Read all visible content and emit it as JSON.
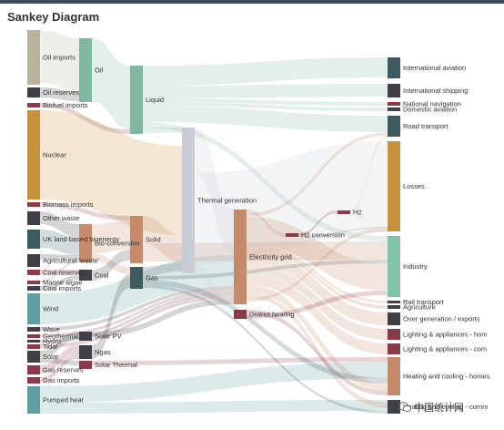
{
  "title": "Sankey Diagram",
  "watermark": "中国统计网",
  "nodes": [
    {
      "id": "oil_imports",
      "label": "Oil imports",
      "color": "#b9b29b"
    },
    {
      "id": "oil_reserves",
      "label": "Oil reserves",
      "color": "#3f3f45"
    },
    {
      "id": "biofuel_imports",
      "label": "Biofuel imports",
      "color": "#8b3a4a"
    },
    {
      "id": "nuclear",
      "label": "Nuclear",
      "color": "#c7913b"
    },
    {
      "id": "biomass_imports",
      "label": "Biomass imports",
      "color": "#8b3a4a"
    },
    {
      "id": "other_waste",
      "label": "Other waste",
      "color": "#3f3f45"
    },
    {
      "id": "uk_land_based_bioenergy",
      "label": "UK land based bioenergy",
      "color": "#3d5a5e"
    },
    {
      "id": "agricultural_waste",
      "label": "Agricultural 'waste'",
      "color": "#3f3f45"
    },
    {
      "id": "coal_reserves",
      "label": "Coal reserves",
      "color": "#8b3a4a"
    },
    {
      "id": "marine_algae",
      "label": "Marine algae",
      "color": "#8b3a4a"
    },
    {
      "id": "coal_imports",
      "label": "Coal imports",
      "color": "#3f3f45"
    },
    {
      "id": "wind",
      "label": "Wind",
      "color": "#5f9ea0"
    },
    {
      "id": "wave",
      "label": "Wave",
      "color": "#3f3f45"
    },
    {
      "id": "geothermal",
      "label": "Geothermal",
      "color": "#8b3a4a"
    },
    {
      "id": "hydro",
      "label": "Hydro",
      "color": "#3f3f45"
    },
    {
      "id": "tidal",
      "label": "Tidal",
      "color": "#8b3a4a"
    },
    {
      "id": "solar",
      "label": "Solar",
      "color": "#3f3f45"
    },
    {
      "id": "gas_reserves",
      "label": "Gas reserves",
      "color": "#8b3a4a"
    },
    {
      "id": "gas_imports",
      "label": "Gas imports",
      "color": "#8b3a4a"
    },
    {
      "id": "pumped_heat",
      "label": "Pumped heat",
      "color": "#5f9ea0"
    },
    {
      "id": "oil",
      "label": "Oil",
      "color": "#7fb89e"
    },
    {
      "id": "bio_conversion",
      "label": "Bio-conversion",
      "color": "#c48a6a"
    },
    {
      "id": "coal",
      "label": "Coal",
      "color": "#3f3f45"
    },
    {
      "id": "solar_pv",
      "label": "Solar PV",
      "color": "#3f3f45"
    },
    {
      "id": "ngas",
      "label": "Ngas",
      "color": "#3f3f45"
    },
    {
      "id": "solar_thermal",
      "label": "Solar Thermal",
      "color": "#8b3a4a"
    },
    {
      "id": "liquid",
      "label": "Liquid",
      "color": "#7fb89e"
    },
    {
      "id": "solid",
      "label": "Solid",
      "color": "#c48a6a"
    },
    {
      "id": "gas",
      "label": "Gas",
      "color": "#3d5a5e"
    },
    {
      "id": "thermal_generation",
      "label": "Thermal generation",
      "color": "#c9cdd6"
    },
    {
      "id": "electricity_grid",
      "label": "Electricity grid",
      "color": "#c48a6a"
    },
    {
      "id": "district_heating",
      "label": "District heating",
      "color": "#8b3a4a"
    },
    {
      "id": "h2_conversion",
      "label": "H2 conversion",
      "color": "#8b3a4a"
    },
    {
      "id": "h2",
      "label": "H2",
      "color": "#8b3a4a"
    },
    {
      "id": "international_aviation",
      "label": "International aviation",
      "color": "#3d5a5e"
    },
    {
      "id": "international_shipping",
      "label": "International shipping",
      "color": "#3f3f45"
    },
    {
      "id": "national_navigation",
      "label": "National navigation",
      "color": "#8b3a4a"
    },
    {
      "id": "domestic_aviation",
      "label": "Domestic aviation",
      "color": "#3f3f45"
    },
    {
      "id": "road_transport",
      "label": "Road transport",
      "color": "#3d5a5e"
    },
    {
      "id": "losses",
      "label": "Losses",
      "color": "#c7913b"
    },
    {
      "id": "industry",
      "label": "Industry",
      "color": "#7fc4a8"
    },
    {
      "id": "rail_transport",
      "label": "Rail transport",
      "color": "#3f3f45"
    },
    {
      "id": "agriculture",
      "label": "Agriculture",
      "color": "#3f3f45"
    },
    {
      "id": "over_generation_exports",
      "label": "Over generation / exports",
      "color": "#3f3f45"
    },
    {
      "id": "lighting_appliances_homes",
      "label": "Lighting & appliances - hom",
      "color": "#8b3a4a"
    },
    {
      "id": "lighting_appliances_commercial",
      "label": "Lighting & appliances - com",
      "color": "#8b3a4a"
    },
    {
      "id": "heating_cooling_homes",
      "label": "Heating and cooling - homes",
      "color": "#c48a6a"
    },
    {
      "id": "heating_cooling_commercial",
      "label": "Heating and cooling - comm",
      "color": "#3f3f45"
    }
  ],
  "links": [
    {
      "source": "oil_imports",
      "target": "oil",
      "color": "#b9b29b"
    },
    {
      "source": "oil_reserves",
      "target": "oil",
      "color": "#3f3f45"
    },
    {
      "source": "biofuel_imports",
      "target": "liquid",
      "color": "#8b3a4a"
    },
    {
      "source": "oil",
      "target": "liquid",
      "color": "#7fb89e"
    },
    {
      "source": "nuclear",
      "target": "thermal_generation",
      "color": "#c7913b"
    },
    {
      "source": "biomass_imports",
      "target": "solid",
      "color": "#8b3a4a"
    },
    {
      "source": "other_waste",
      "target": "bio_conversion",
      "color": "#3f3f45"
    },
    {
      "source": "uk_land_based_bioenergy",
      "target": "bio_conversion",
      "color": "#3d5a5e"
    },
    {
      "source": "agricultural_waste",
      "target": "bio_conversion",
      "color": "#3f3f45"
    },
    {
      "source": "coal_reserves",
      "target": "coal",
      "color": "#8b3a4a"
    },
    {
      "source": "coal_imports",
      "target": "coal",
      "color": "#3f3f45"
    },
    {
      "source": "marine_algae",
      "target": "bio_conversion",
      "color": "#8b3a4a"
    },
    {
      "source": "bio_conversion",
      "target": "solid",
      "color": "#c48a6a"
    },
    {
      "source": "bio_conversion",
      "target": "gas",
      "color": "#c48a6a"
    },
    {
      "source": "coal",
      "target": "solid",
      "color": "#3f3f45"
    },
    {
      "source": "wind",
      "target": "electricity_grid",
      "color": "#5f9ea0"
    },
    {
      "source": "wave",
      "target": "electricity_grid",
      "color": "#3f3f45"
    },
    {
      "source": "geothermal",
      "target": "electricity_grid",
      "color": "#8b3a4a"
    },
    {
      "source": "hydro",
      "target": "electricity_grid",
      "color": "#3f3f45"
    },
    {
      "source": "tidal",
      "target": "electricity_grid",
      "color": "#8b3a4a"
    },
    {
      "source": "solar",
      "target": "solar_pv",
      "color": "#3f3f45"
    },
    {
      "source": "solar",
      "target": "solar_thermal",
      "color": "#3f3f45"
    },
    {
      "source": "gas_reserves",
      "target": "ngas",
      "color": "#8b3a4a"
    },
    {
      "source": "gas_imports",
      "target": "ngas",
      "color": "#8b3a4a"
    },
    {
      "source": "ngas",
      "target": "gas",
      "color": "#3f3f45"
    },
    {
      "source": "solar_pv",
      "target": "electricity_grid",
      "color": "#3f3f45"
    },
    {
      "source": "solar_thermal",
      "target": "heating_cooling_homes",
      "color": "#8b3a4a"
    },
    {
      "source": "pumped_heat",
      "target": "heating_cooling_homes",
      "color": "#5f9ea0"
    },
    {
      "source": "pumped_heat",
      "target": "heating_cooling_commercial",
      "color": "#5f9ea0"
    },
    {
      "source": "liquid",
      "target": "international_aviation",
      "color": "#7fb89e"
    },
    {
      "source": "liquid",
      "target": "international_shipping",
      "color": "#7fb89e"
    },
    {
      "source": "liquid",
      "target": "national_navigation",
      "color": "#7fb89e"
    },
    {
      "source": "liquid",
      "target": "domestic_aviation",
      "color": "#7fb89e"
    },
    {
      "source": "liquid",
      "target": "road_transport",
      "color": "#7fb89e"
    },
    {
      "source": "liquid",
      "target": "industry",
      "color": "#7fb89e"
    },
    {
      "source": "liquid",
      "target": "thermal_generation",
      "color": "#7fb89e"
    },
    {
      "source": "solid",
      "target": "thermal_generation",
      "color": "#c48a6a"
    },
    {
      "source": "solid",
      "target": "industry",
      "color": "#c48a6a"
    },
    {
      "source": "gas",
      "target": "thermal_generation",
      "color": "#3d5a5e"
    },
    {
      "source": "gas",
      "target": "industry",
      "color": "#3d5a5e"
    },
    {
      "source": "gas",
      "target": "heating_cooling_homes",
      "color": "#3d5a5e"
    },
    {
      "source": "gas",
      "target": "heating_cooling_commercial",
      "color": "#3d5a5e"
    },
    {
      "source": "thermal_generation",
      "target": "electricity_grid",
      "color": "#c9cdd6"
    },
    {
      "source": "thermal_generation",
      "target": "losses",
      "color": "#c9cdd6"
    },
    {
      "source": "thermal_generation",
      "target": "district_heating",
      "color": "#c9cdd6"
    },
    {
      "source": "electricity_grid",
      "target": "h2_conversion",
      "color": "#c48a6a"
    },
    {
      "source": "electricity_grid",
      "target": "road_transport",
      "color": "#c48a6a"
    },
    {
      "source": "electricity_grid",
      "target": "industry",
      "color": "#c48a6a"
    },
    {
      "source": "electricity_grid",
      "target": "rail_transport",
      "color": "#c48a6a"
    },
    {
      "source": "electricity_grid",
      "target": "agriculture",
      "color": "#c48a6a"
    },
    {
      "source": "electricity_grid",
      "target": "over_generation_exports",
      "color": "#c48a6a"
    },
    {
      "source": "electricity_grid",
      "target": "lighting_appliances_homes",
      "color": "#c48a6a"
    },
    {
      "source": "electricity_grid",
      "target": "lighting_appliances_commercial",
      "color": "#c48a6a"
    },
    {
      "source": "electricity_grid",
      "target": "heating_cooling_homes",
      "color": "#c48a6a"
    },
    {
      "source": "electricity_grid",
      "target": "heating_cooling_commercial",
      "color": "#c48a6a"
    },
    {
      "source": "electricity_grid",
      "target": "losses",
      "color": "#c48a6a"
    },
    {
      "source": "h2_conversion",
      "target": "h2",
      "color": "#8b3a4a"
    },
    {
      "source": "h2_conversion",
      "target": "losses",
      "color": "#8b3a4a"
    },
    {
      "source": "h2",
      "target": "road_transport",
      "color": "#8b3a4a"
    },
    {
      "source": "district_heating",
      "target": "heating_cooling_homes",
      "color": "#8b3a4a"
    },
    {
      "source": "district_heating",
      "target": "industry",
      "color": "#8b3a4a"
    }
  ]
}
